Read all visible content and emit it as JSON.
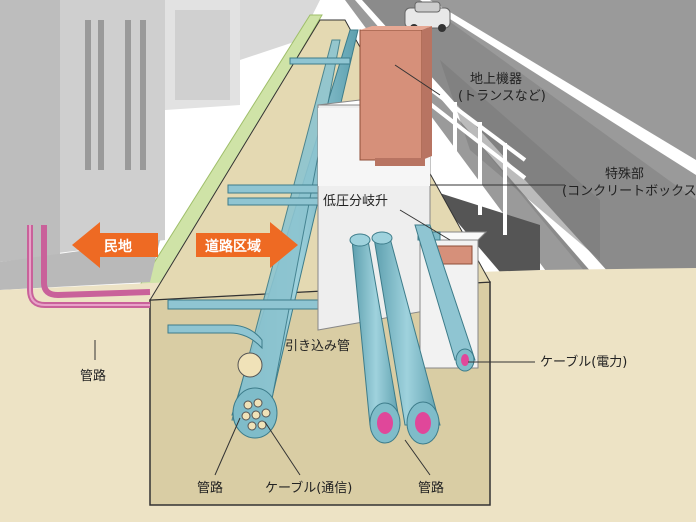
{
  "labels": {
    "ground_equipment": "地上機器",
    "ground_equipment_sub": "(トランスなど)",
    "special_part": "特殊部",
    "special_part_sub": "(コンクリートボックス)",
    "low_voltage_box": "低圧分岐升",
    "private_land": "民地",
    "road_area": "道路区域",
    "duct_left": "管路",
    "lead_in_pipe": "引き込み管",
    "cable_power": "ケーブル(電力)",
    "duct_bottom_left": "管路",
    "cable_telecom": "ケーブル(通信)",
    "duct_bottom_right": "管路"
  },
  "colors": {
    "soil": "#ede3c5",
    "pipe_blue": "#7fbcc9",
    "pipe_dark": "#4f8f9e",
    "arrow_orange": "#ee6a23",
    "transformer": "#d6907a",
    "pink_pipe": "#c9619a",
    "road": "#8f8f8f",
    "building": "#d7d7d7"
  }
}
